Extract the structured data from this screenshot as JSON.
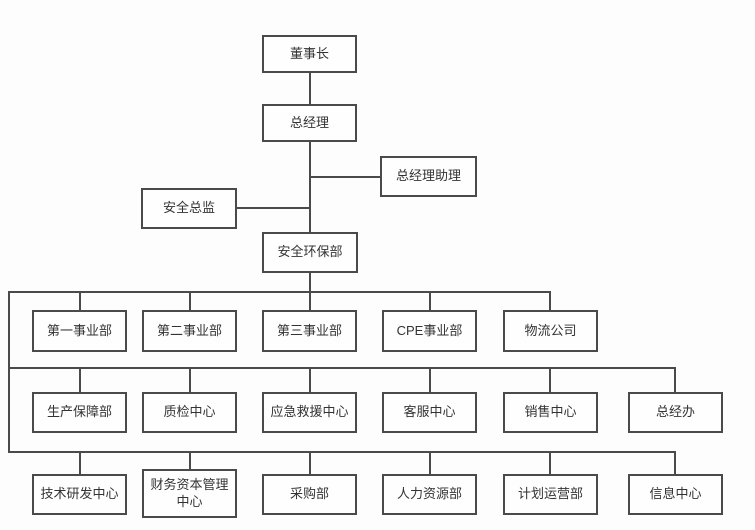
{
  "org_chart": {
    "chairman": "董事长",
    "general_manager": "总经理",
    "gm_assistant": "总经理助理",
    "safety_director": "安全总监",
    "safety_env_dept": "安全环保部",
    "level1": [
      "第一事业部",
      "第二事业部",
      "第三事业部",
      "CPE事业部",
      "物流公司"
    ],
    "level2": [
      "生产保障部",
      "质检中心",
      "应急救援中心",
      "客服中心",
      "销售中心",
      "总经办"
    ],
    "level3": [
      "技术研发中心",
      "财务资本管理中心",
      "采购部",
      "人力资源部",
      "计划运营部",
      "信息中心"
    ]
  },
  "colors": {
    "line": "#4a4a4a",
    "box_border": "#4a4a4a",
    "box_background": "#fefefe",
    "text": "#333333",
    "canvas_background": "#fdfdfd"
  }
}
